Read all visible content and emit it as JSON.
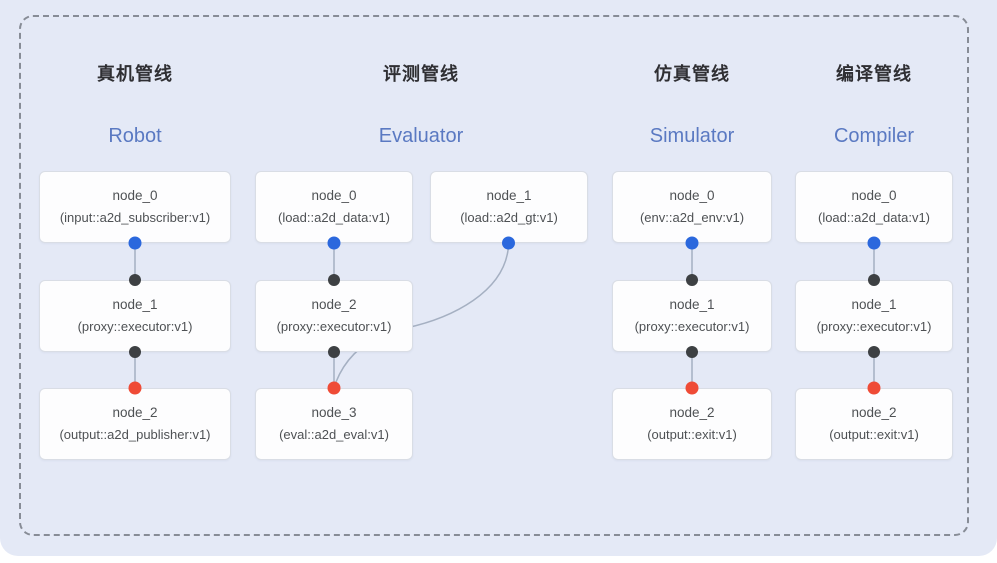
{
  "colors": {
    "background": "#e4e9f6",
    "frame_dash": "#878c96",
    "edge": "#a5b0c2",
    "port_output_blue": "#2b68dd",
    "port_junction_dark": "#3d4043",
    "port_input_red": "#ef4b36",
    "title_zh": "#2f2f33",
    "title_en": "#5a79c2",
    "node_background": "#fdfdfe",
    "node_border": "#d9dde5",
    "node_text": "#4e5154"
  },
  "pipelines": [
    {
      "id": "robot",
      "title_zh": "真机管线",
      "title_en": "Robot",
      "nodes": [
        {
          "name": "node_0",
          "detail": "(input::a2d_subscriber:v1)"
        },
        {
          "name": "node_1",
          "detail": "(proxy::executor:v1)"
        },
        {
          "name": "node_2",
          "detail": "(output::a2d_publisher:v1)"
        }
      ]
    },
    {
      "id": "evaluator",
      "title_zh": "评测管线",
      "title_en": "Evaluator",
      "nodes": [
        {
          "name": "node_0",
          "detail": "(load::a2d_data:v1)"
        },
        {
          "name": "node_1",
          "detail": "(load::a2d_gt:v1)"
        },
        {
          "name": "node_2",
          "detail": "(proxy::executor:v1)"
        },
        {
          "name": "node_3",
          "detail": "(eval::a2d_eval:v1)"
        }
      ]
    },
    {
      "id": "simulator",
      "title_zh": "仿真管线",
      "title_en": "Simulator",
      "nodes": [
        {
          "name": "node_0",
          "detail": "(env::a2d_env:v1)"
        },
        {
          "name": "node_1",
          "detail": "(proxy::executor:v1)"
        },
        {
          "name": "node_2",
          "detail": "(output::exit:v1)"
        }
      ]
    },
    {
      "id": "compiler",
      "title_zh": "编译管线",
      "title_en": "Compiler",
      "nodes": [
        {
          "name": "node_0",
          "detail": "(load::a2d_data:v1)"
        },
        {
          "name": "node_1",
          "detail": "(proxy::executor:v1)"
        },
        {
          "name": "node_2",
          "detail": "(output::exit:v1)"
        }
      ]
    }
  ]
}
